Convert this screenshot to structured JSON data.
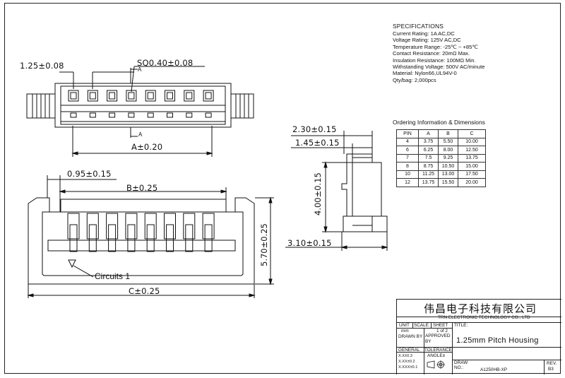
{
  "drawing": {
    "dims": {
      "pitch": "1.25±0.08",
      "square": "SQ0.40±0.08",
      "section_top": "A",
      "section_bottom": "A",
      "a_dim": "A±0.20",
      "side_width": "0.95±0.15",
      "b_dim": "B±0.25",
      "circuit_label": "Circuits 1",
      "c_dim": "C±0.25",
      "height": "5.70±0.25",
      "top_width": "2.30±0.15",
      "mid_width": "1.45±0.15",
      "inner_height": "4.00±0.15",
      "base_width": "3.10±0.15"
    }
  },
  "specifications": {
    "title": "SPECIFICATIONS",
    "lines": [
      "Current Rating: 1A AC,DC",
      "Voltage Rating: 125V AC,DC",
      "Temperature Range: -25℃ ~ +85℃",
      "Contact Resistance: 20mΩ Max.",
      "Insulation Resistance: 100MΩ Min.",
      "Withstanding Voltage: 500V AC/minute",
      "Material: Nylon66,UL94V-0",
      "Qty/bag: 2,000pcs"
    ]
  },
  "ordering": {
    "title": "Ordering Information & Dimensions",
    "headers": [
      "PIN",
      "A",
      "B",
      "C"
    ],
    "rows": [
      [
        "4",
        "3.75",
        "5.50",
        "10.00"
      ],
      [
        "6",
        "6.25",
        "8.00",
        "12.50"
      ],
      [
        "7",
        "7.5",
        "9.25",
        "13.75"
      ],
      [
        "8",
        "8.75",
        "10.50",
        "15.00"
      ],
      [
        "10",
        "11.25",
        "13.00",
        "17.50"
      ],
      [
        "12",
        "13.75",
        "15.50",
        "20.00"
      ]
    ]
  },
  "title_block": {
    "company_cn": "伟昌电子科技有限公司",
    "company_en": "TRN ELECTRONIC TECHNOLOGY CO., LTD",
    "unit_label": "UNIT",
    "scale_label": "SCALE",
    "sheet_label": "SHEET",
    "title_label": "TITLE:",
    "unit_value": "mm",
    "sheet_value": "1 of 2",
    "drawn_by": "DRAWN BY",
    "approved_by": "APPROVED BY",
    "title_value": "1.25mm Pitch Housing",
    "general": "GENERAL",
    "tolerance": "TOLERANCE",
    "tol_1": "X.X±0.3",
    "tol_2": "X.XX±0.2",
    "tol_3": "X.XXX±0.1",
    "angle": "ANGLE±",
    "draw_no_label": "DRAW NO.:",
    "draw_no": "A1250HB-XP",
    "rev_label": "REV.",
    "rev_value": "B3"
  }
}
